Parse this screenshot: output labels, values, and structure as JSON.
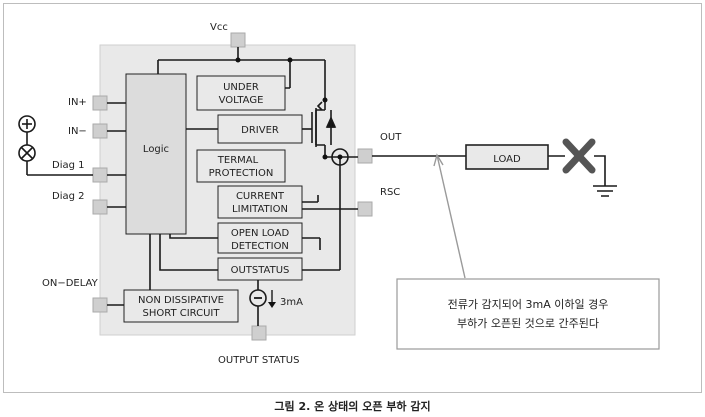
{
  "labels": {
    "vcc": "Vcc",
    "in_plus": "IN+",
    "in_minus": "IN−",
    "diag1": "Diag 1",
    "diag2": "Diag 2",
    "on_delay": "ON−DELAY",
    "logic": "Logic",
    "under_voltage_1": "UNDER",
    "under_voltage_2": "VOLTAGE",
    "driver": "DRIVER",
    "thermal_1": "TERMAL",
    "thermal_2": "PROTECTION",
    "current_1": "CURRENT",
    "current_2": "LIMITATION",
    "openload_1": "OPEN LOAD",
    "openload_2": "DETECTION",
    "outstatus": "OUTSTATUS",
    "nondiss_1": "NON DISSIPATIVE",
    "nondiss_2": "SHORT CIRCUIT",
    "current_source": "3mA",
    "output_status": "OUTPUT STATUS",
    "out": "OUT",
    "rsc": "RSC",
    "load": "LOAD"
  },
  "callout": {
    "line1": "전류가 감지되어 3mA 이하일 경우",
    "line2": "부하가 오픈된 것으로 간주된다"
  },
  "caption": "그림 2. 온 상태의 오픈 부하 감지",
  "colors": {
    "chip_bg": "#e9e9e9",
    "logic_bg": "#dcdcdc",
    "pin": "#cfcfcf",
    "line": "#1a1a1a"
  }
}
